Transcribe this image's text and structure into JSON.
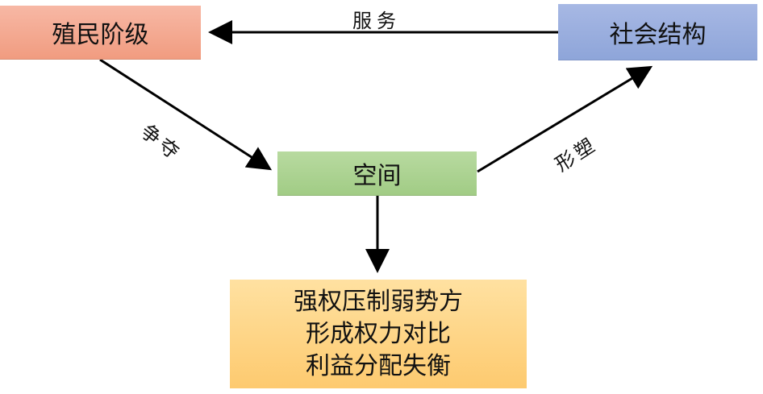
{
  "nodes": {
    "colonial_class": "殖民阶级",
    "social_structure": "社会结构",
    "space": "空间",
    "outcome": {
      "line1": "强权压制弱势方",
      "line2": "形成权力对比",
      "line3": "利益分配失衡"
    }
  },
  "edges": {
    "service": "服务",
    "contest": "争夺",
    "shape": "形塑"
  },
  "colors": {
    "colonial_fill": "#f19c80",
    "social_fill": "#8ea5d9",
    "space_fill": "#a1cc85",
    "outcome_fill": "#fdca6f",
    "arrow": "#000000"
  }
}
